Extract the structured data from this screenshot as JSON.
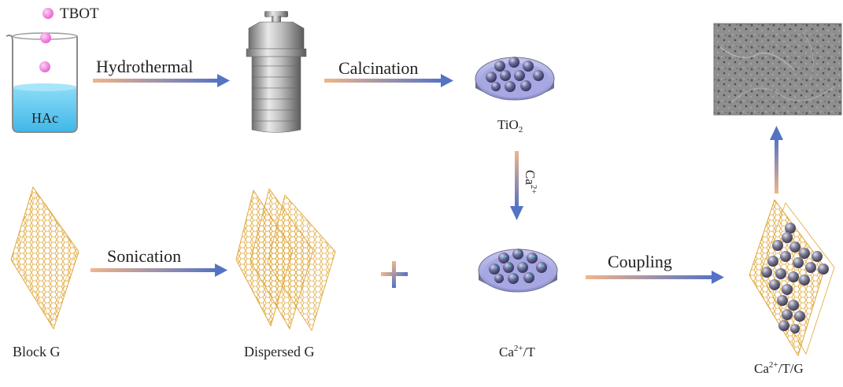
{
  "labels": {
    "tbot": "TBOT",
    "hac": "HAc",
    "hydrothermal": "Hydrothermal",
    "calcination": "Calcination",
    "tio2_main": "TiO",
    "tio2_sub": "2",
    "ca_arrow_main": "Ca",
    "ca_arrow_sup": "2+",
    "block_g": "Block G",
    "sonication": "Sonication",
    "dispersed_g": "Dispersed G",
    "cat_main": "Ca",
    "cat_sup": "2+",
    "cat_tail": "/T",
    "coupling": "Coupling",
    "catg_main": "Ca",
    "catg_sup": "2+",
    "catg_tail": "/T/G"
  },
  "colors": {
    "water": "#5bc8ef",
    "bead": "#f07bdc",
    "arrow_start": "#f2b48a",
    "arrow_end": "#5573c4",
    "graphene": "#e0a637",
    "sphere": "#6a6a9a",
    "dish": "#8d8fd0",
    "autoclave": "#a8a8a8"
  }
}
